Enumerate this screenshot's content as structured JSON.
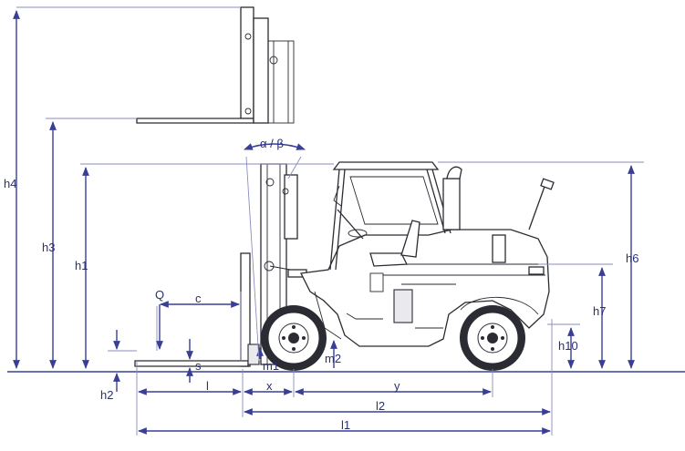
{
  "labels": {
    "h4": "h4",
    "h3": "h3",
    "h1": "h1",
    "h2": "h2",
    "h6": "h6",
    "h7": "h7",
    "h10": "h10",
    "Q": "Q",
    "c": "c",
    "s": "s",
    "m1": "m1",
    "m2": "m2",
    "alpha_beta": "α / β",
    "l": "l",
    "x": "x",
    "y": "y",
    "l2": "l2",
    "l1": "l1"
  },
  "colors": {
    "dimension": "#3a3f96",
    "label": "#2a2f7a",
    "truck_line": "#2b2b33"
  }
}
